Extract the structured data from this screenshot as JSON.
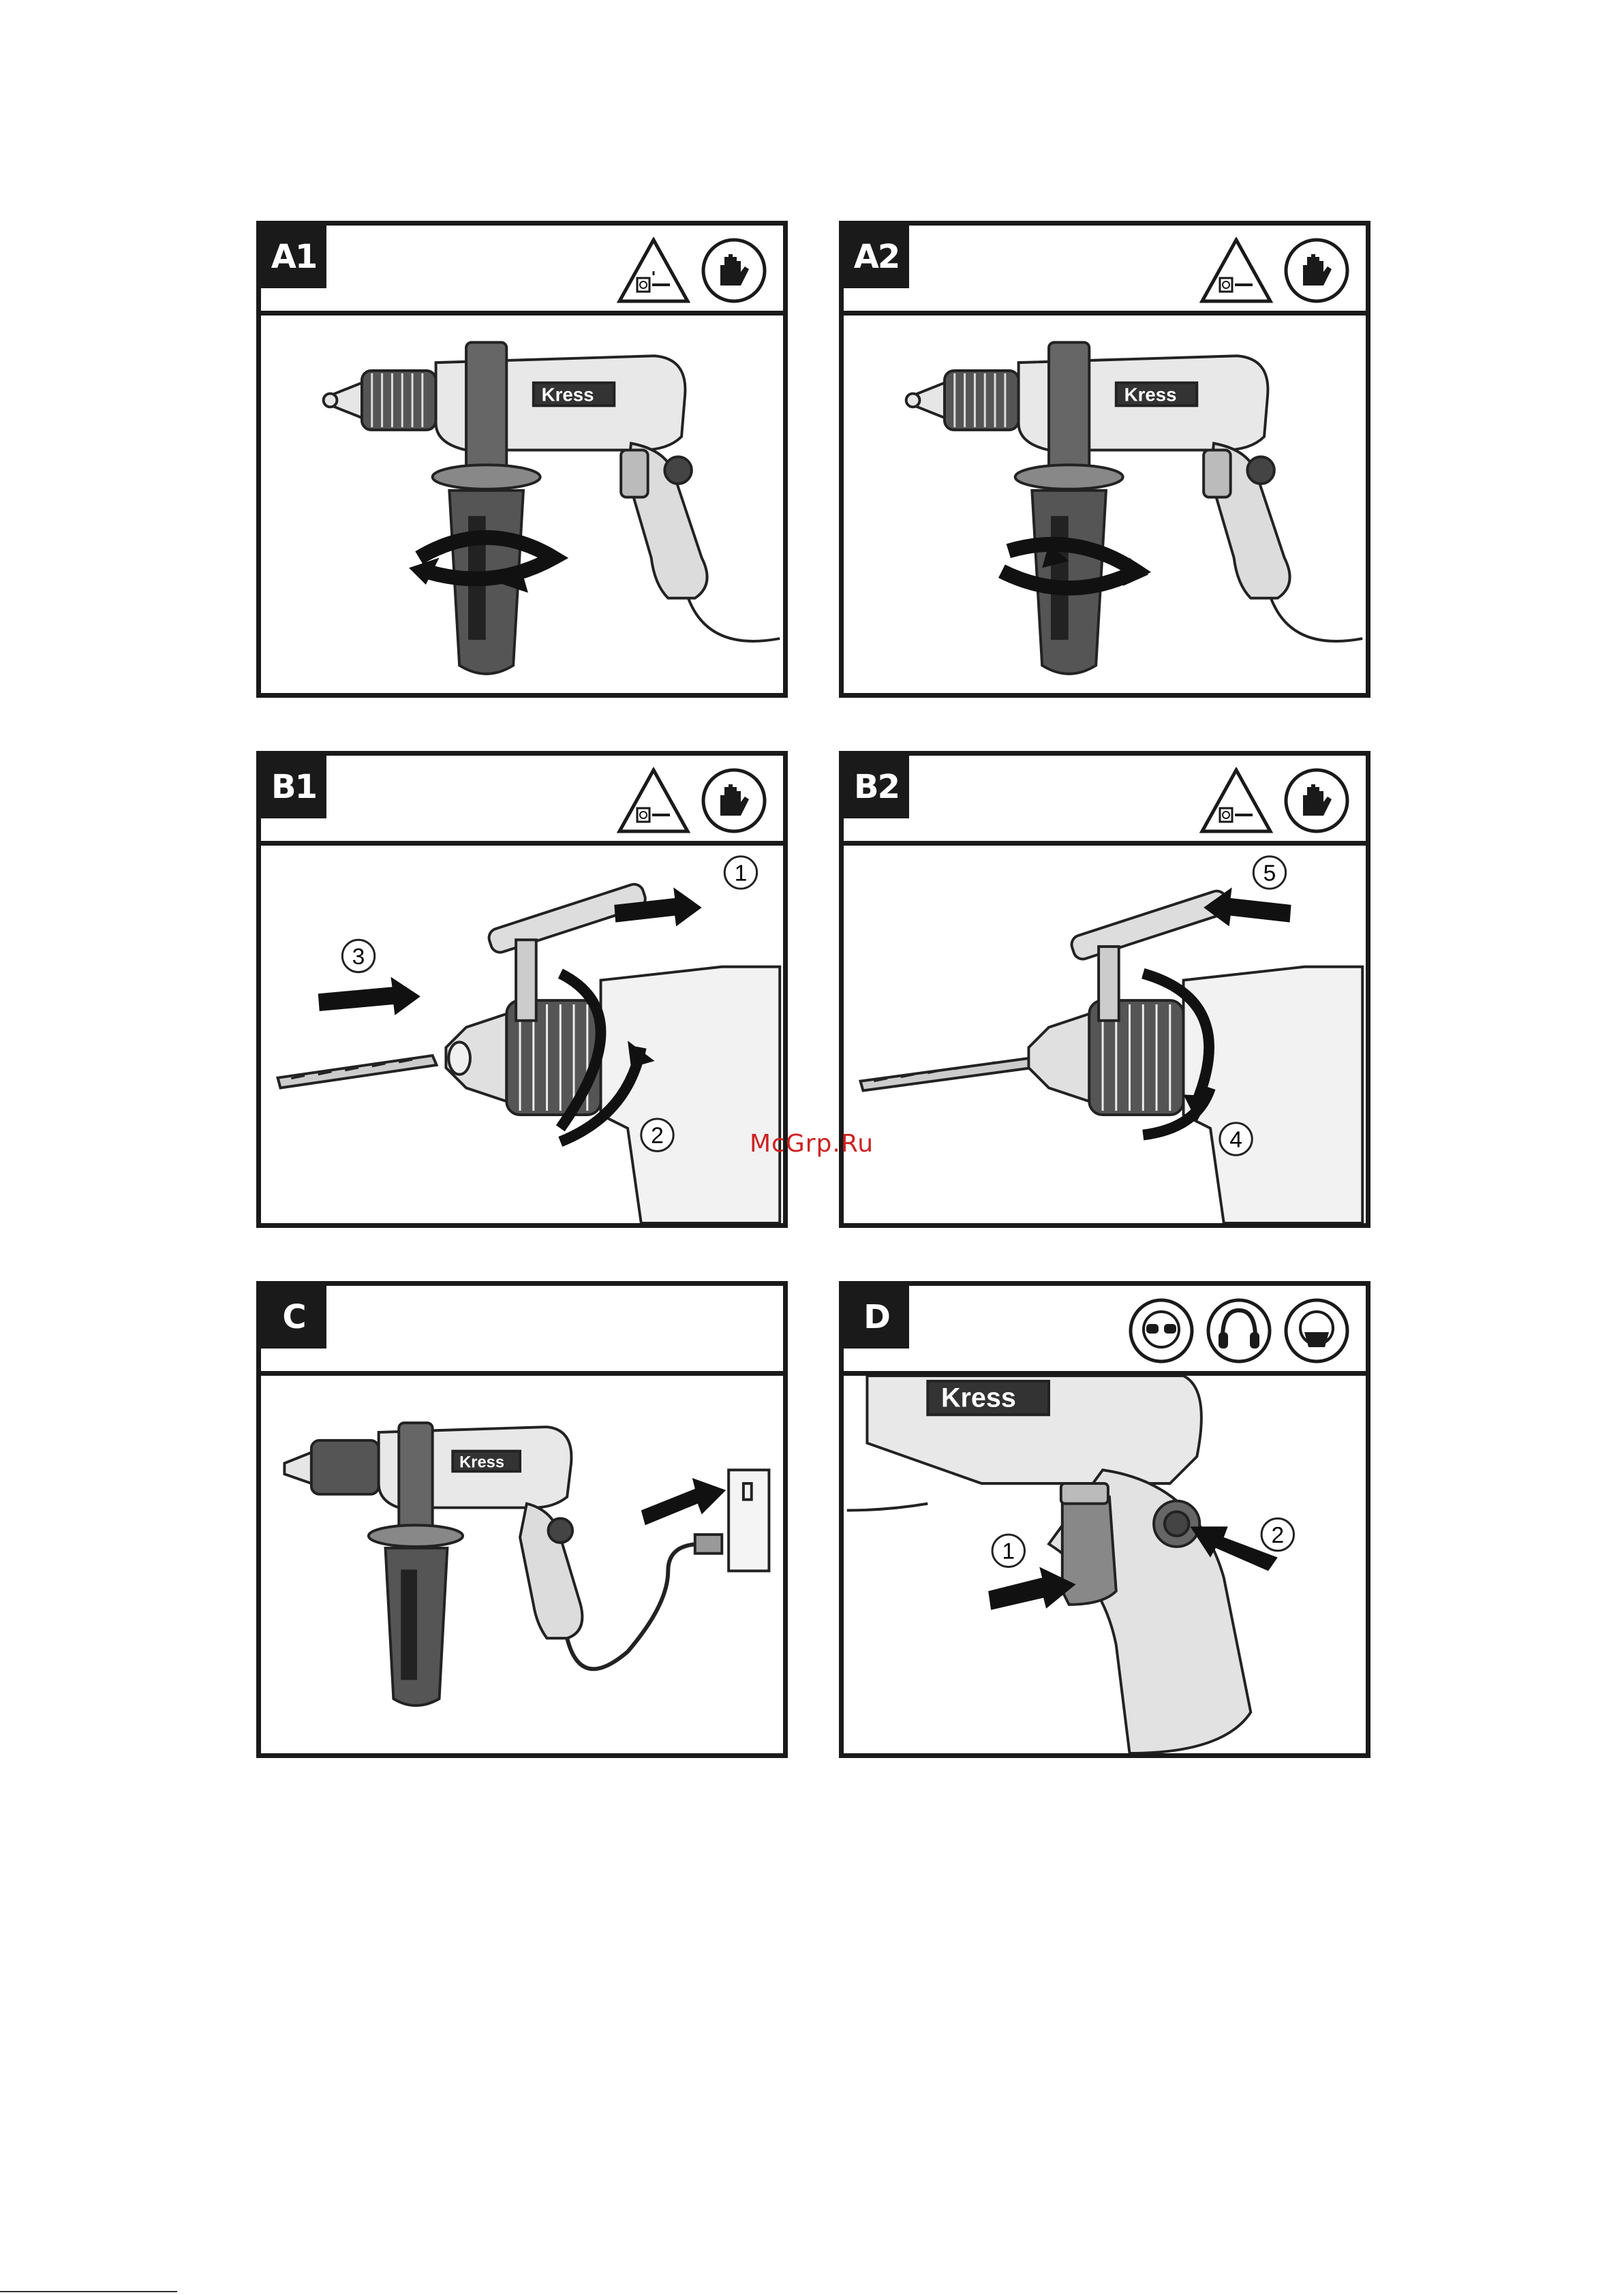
{
  "panels": [
    {
      "label": "A1",
      "icons": [
        "unplug-warning-icon",
        "gloves-icon"
      ]
    },
    {
      "label": "A2",
      "icons": [
        "unplug-warning-icon",
        "gloves-icon"
      ]
    },
    {
      "label": "B1",
      "icons": [
        "unplug-warning-icon",
        "gloves-icon"
      ],
      "steps": [
        "1",
        "2",
        "3"
      ]
    },
    {
      "label": "B2",
      "icons": [
        "unplug-warning-icon",
        "gloves-icon"
      ],
      "steps": [
        "5",
        "4"
      ]
    },
    {
      "label": "C",
      "icons": []
    },
    {
      "label": "D",
      "icons": [
        "safety-glasses-icon",
        "ear-protection-icon",
        "dust-mask-icon"
      ],
      "steps": [
        "1",
        "2"
      ]
    }
  ],
  "drill_brand": "Kress",
  "watermark": "McGrp.Ru"
}
